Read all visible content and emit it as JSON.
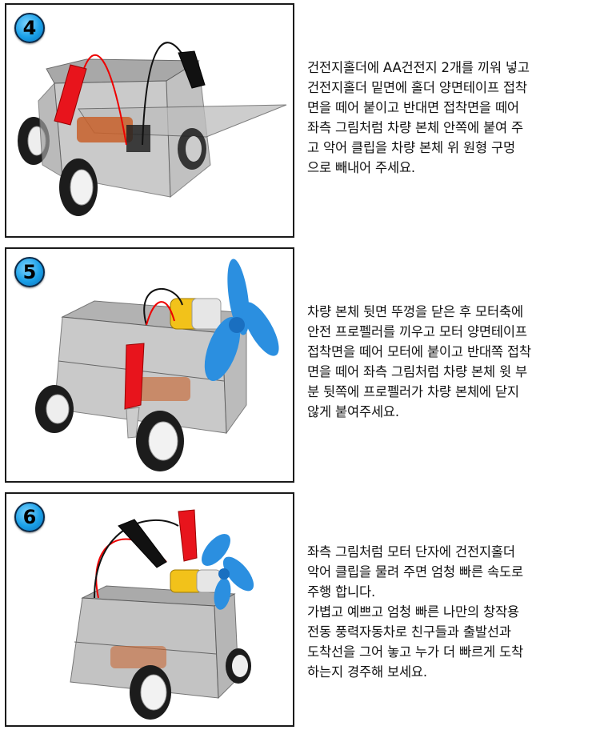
{
  "steps": [
    {
      "number": "4",
      "text": "건전지홀더에 AA건전지 2개를 끼워 넣고\n건전지홀더 밑면에 홀더 양면테이프 접착\n면을 떼어 붙이고 반대면 접착면을 떼어\n좌측 그림처럼 차량 본체 안쪽에 붙여 주\n고 악어 클립을 차량 본체 위 원형 구멍\n으로 빼내어 주세요."
    },
    {
      "number": "5",
      "text": "차량 본체 뒷면 뚜껑을 닫은 후 모터축에\n안전 프로펠러를 끼우고 모터 양면테이프\n접착면을 떼어 모터에 붙이고 반대쪽 접착\n면을 떼어 좌측 그림처럼 차량 본체 윗 부\n분 뒷쪽에 프로펠러가 차량 본체에 닫지\n않게 붙여주세요."
    },
    {
      "number": "6",
      "text": "좌측 그림처럼 모터 단자에 건전지홀더\n악어 클립을 물려 주면 엄청 빠른 속도로\n주행 합니다.\n가볍고 예쁘고 엄청 빠른 나만의 창작용\n전동 풍력자동차로 친구들과 출발선과\n도착선을 그어 놓고 누가 더 빠르게 도착\n하는지 경주해 보세요."
    }
  ],
  "colors": {
    "badge": "#1aa0e8",
    "body_plastic": "#b8b8b8",
    "clip_red": "#e8141c",
    "clip_black": "#111111",
    "propeller": "#2b8fe0",
    "motor": "#f2c21a",
    "battery": "#c8602a"
  }
}
